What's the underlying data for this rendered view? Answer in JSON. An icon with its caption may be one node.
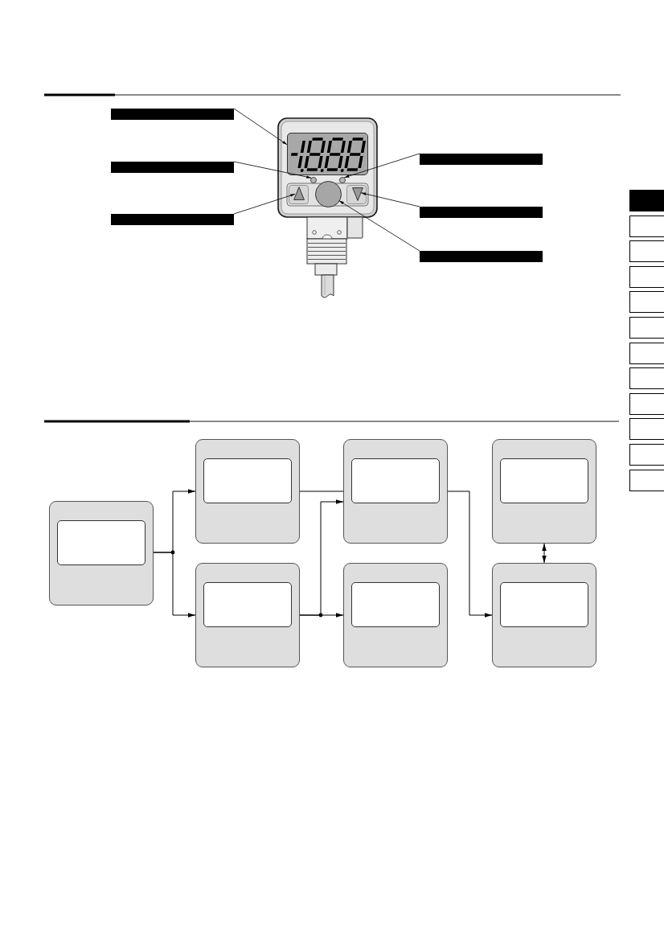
{
  "diagram": {
    "nodes": [
      {
        "text": [],
        "shape": "bar"
      },
      {
        "text": [],
        "shape": "bar"
      },
      {
        "text": [],
        "shape": "bar"
      },
      {
        "text": [],
        "shape": "bar"
      },
      {
        "text": [],
        "shape": "bar"
      },
      {
        "text": [],
        "shape": "bar"
      },
      {
        "text": [],
        "shape": "box"
      },
      {
        "text": [],
        "shape": "circle"
      },
      {
        "text": [],
        "shape": "circle"
      },
      {
        "text": [],
        "shape": "triangle"
      },
      {
        "text": [],
        "shape": "triangle"
      },
      {
        "text": [],
        "shape": "circle"
      },
      {
        "text": [],
        "shape": "box"
      },
      {
        "text": [],
        "shape": "box",
        "in": 12
      },
      {
        "text": [],
        "shape": "box"
      },
      {
        "text": [],
        "shape": "box",
        "in": 14
      },
      {
        "text": [],
        "shape": "box"
      },
      {
        "text": [],
        "shape": "box",
        "in": 16
      },
      {
        "text": [],
        "shape": "box"
      },
      {
        "text": [],
        "shape": "box",
        "in": 18
      },
      {
        "text": [],
        "shape": "box"
      },
      {
        "text": [],
        "shape": "box",
        "in": 20
      },
      {
        "text": [],
        "shape": "box"
      },
      {
        "text": [],
        "shape": "box",
        "in": 22
      },
      {
        "text": [],
        "shape": "box"
      },
      {
        "text": [],
        "shape": "box",
        "in": 24
      }
    ],
    "edges": [
      {
        "from": 0,
        "to": 6,
        "arrow": "to"
      },
      {
        "from": 1,
        "to": 8,
        "arrow": "to"
      },
      {
        "from": 2,
        "to": 7,
        "arrow": "to"
      },
      {
        "from": 3,
        "to": 10,
        "arrow": "to"
      },
      {
        "from": 4,
        "to": 9,
        "arrow": "to"
      },
      {
        "from": 5,
        "to": 11,
        "arrow": "to"
      },
      {
        "from": 12,
        "to": 14,
        "arrow": "to"
      },
      {
        "from": 12,
        "to": 16,
        "arrow": "to"
      },
      {
        "from": 14,
        "to": 18,
        "arrow": "none"
      },
      {
        "from": 18,
        "to": 24,
        "arrow": "to"
      },
      {
        "from": 16,
        "to": 18,
        "arrow": "to"
      },
      {
        "from": 16,
        "to": 20,
        "arrow": "to"
      },
      {
        "from": 22,
        "to": 24,
        "arrow": "both"
      }
    ]
  }
}
